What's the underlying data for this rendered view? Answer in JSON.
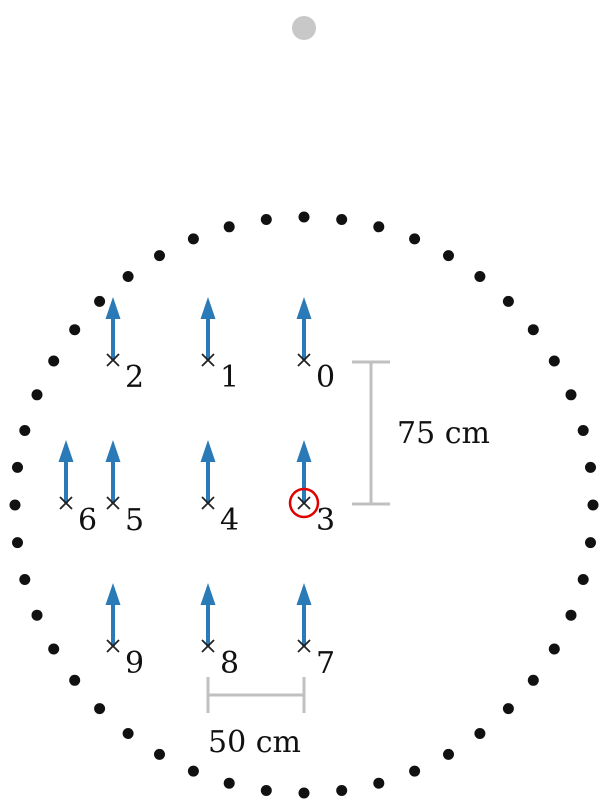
{
  "colors": {
    "arrow": "#2a7ab8",
    "cross": "#222222",
    "dots": "#111111",
    "top_marker": "#c8c8c8",
    "scale_bar": "#c0c0c0",
    "highlight": "#e00000"
  },
  "positions": [
    {
      "label": "0",
      "icon": "up-arrow-icon"
    },
    {
      "label": "1",
      "icon": "up-arrow-icon"
    },
    {
      "label": "2",
      "icon": "up-arrow-icon"
    },
    {
      "label": "3",
      "icon": "up-arrow-icon",
      "highlighted": true
    },
    {
      "label": "4",
      "icon": "up-arrow-icon"
    },
    {
      "label": "5",
      "icon": "up-arrow-icon"
    },
    {
      "label": "6",
      "icon": "up-arrow-icon"
    },
    {
      "label": "7",
      "icon": "up-arrow-icon"
    },
    {
      "label": "8",
      "icon": "up-arrow-icon"
    },
    {
      "label": "9",
      "icon": "up-arrow-icon"
    }
  ],
  "scale_bars": {
    "vertical": {
      "label": "75 cm"
    },
    "horizontal": {
      "label": "50 cm"
    }
  },
  "ring": {
    "dot_count": 48
  }
}
